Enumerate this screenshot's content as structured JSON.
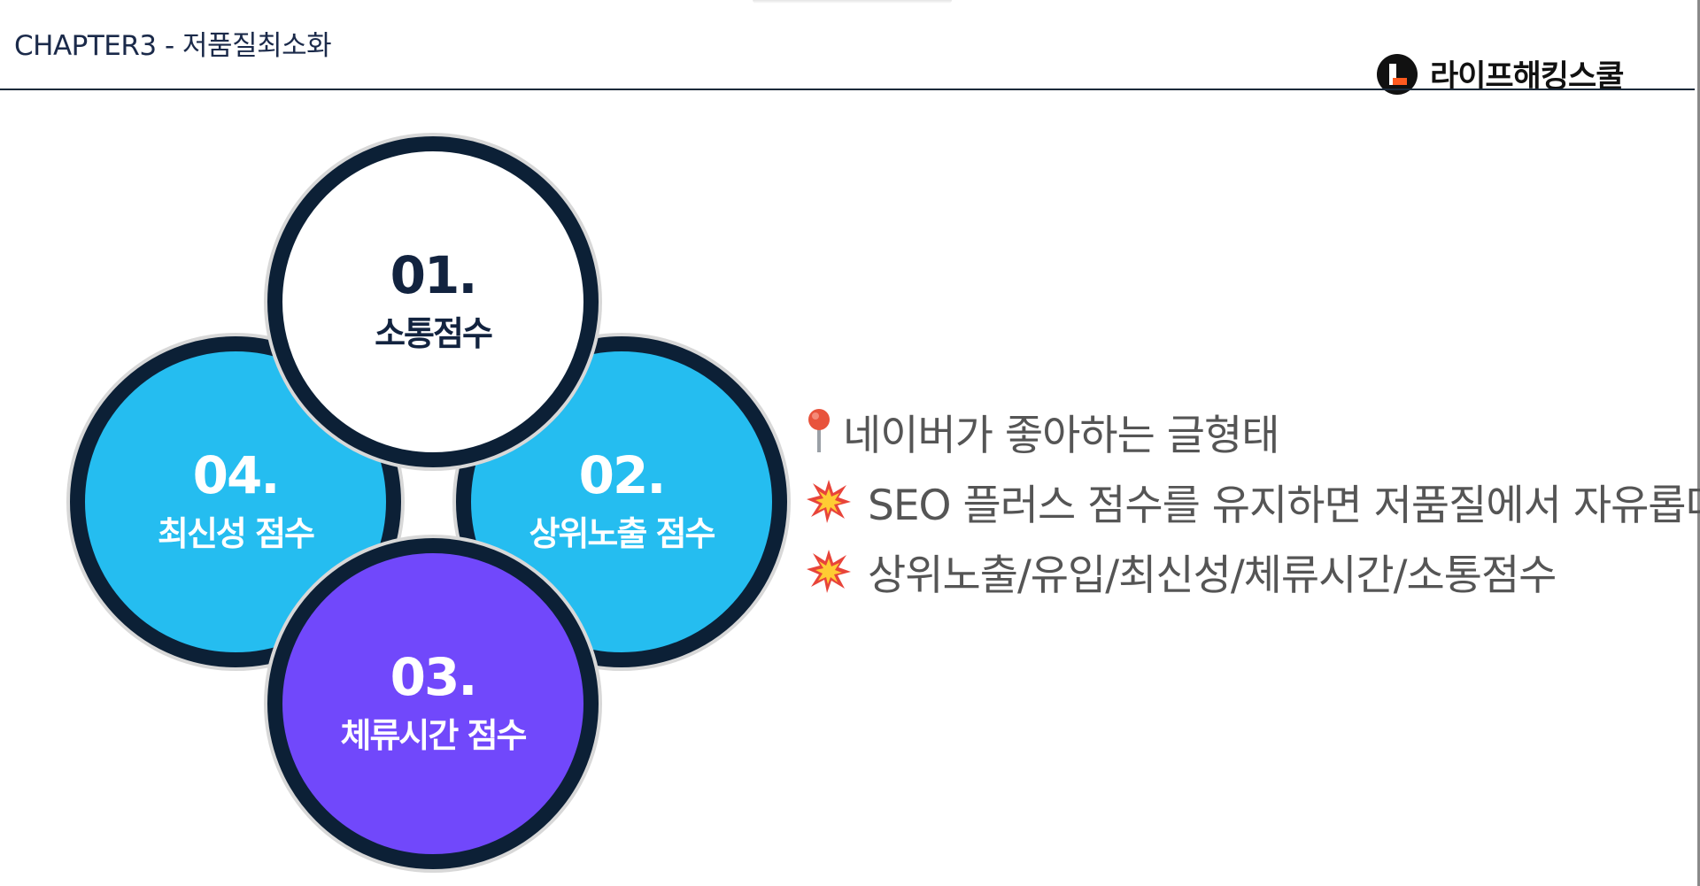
{
  "header": {
    "chapter_title": "CHAPTER3 - 저품질최소화",
    "brand_name": "라이프해킹스쿨"
  },
  "diagram": {
    "circles": [
      {
        "number": "01.",
        "label": "소통점수"
      },
      {
        "number": "02.",
        "label": "상위노출 점수"
      },
      {
        "number": "03.",
        "label": "체류시간 점수"
      },
      {
        "number": "04.",
        "label": "최신성 점수"
      }
    ]
  },
  "bullets": [
    {
      "icon": "pushpin-icon",
      "text": "네이버가 좋아하는 글형태"
    },
    {
      "icon": "collision-icon",
      "text": "SEO 플러스 점수를 유지하면 저품질에서 자유롭다"
    },
    {
      "icon": "collision-icon",
      "text": "상위노출/유입/최신성/체류시간/소통점수"
    }
  ],
  "colors": {
    "navy": "#0c2036",
    "sky_blue": "#25bdf0",
    "purple": "#7148fb",
    "brand_accent": "#ff5a1f"
  }
}
